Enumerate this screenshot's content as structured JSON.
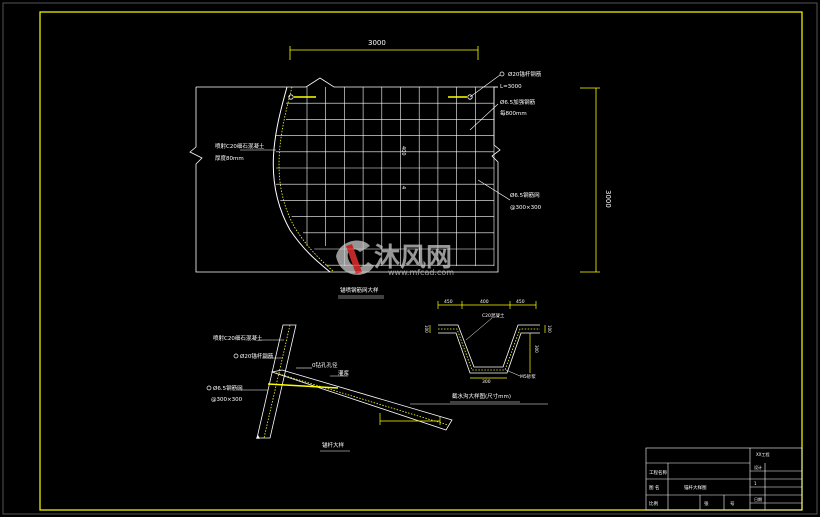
{
  "colors": {
    "background": "#000000",
    "border": "#ffff00",
    "lines": "#ffffff",
    "dimension": "#ffff00",
    "hatch": "#ffff33",
    "watermark": "#c8c8c8"
  },
  "plan": {
    "width_dim": "3000",
    "height_dim": "3000",
    "note_anchor_bar": "Ø20锚杆钢筋",
    "note_anchor_len": "L=3000",
    "note_stirrup": "Ø6.5加强钢筋",
    "note_stirrup_spacing": "每800mm",
    "note_shotcrete": "喷射C20细石混凝土",
    "note_thickness": "厚度80mm",
    "note_mesh": "Ø6.5钢筋网",
    "note_mesh_spacing": "@300×300",
    "center_label_a": "400",
    "center_label_b": "4",
    "title": "锚喷钢筋网大样"
  },
  "section": {
    "note_shotcrete": "喷射C20细石混凝土",
    "note_anchor": "Ø20锚杆钢筋",
    "note_hole": "0钻孔孔径",
    "note_mortar": "灌浆",
    "note_mesh": "Ø6.5钢筋网",
    "note_mesh_spacing": "@300×300",
    "title": "锚杆大样"
  },
  "channel": {
    "dim_a": "450",
    "dim_b": "400",
    "dim_c": "450",
    "dim_left": "100",
    "dim_right": "100",
    "dim_depth": "300",
    "dim_bottom": "300",
    "label_inner": "C20混凝土",
    "label_outer": "M5砂浆",
    "title": "截水沟大样图(尺寸mm)"
  },
  "title_block": {
    "project": "XX工程",
    "sheet": "锚杆大样图",
    "row1": "工程名称",
    "row2": "图 名",
    "row3": "比例",
    "row4": "设计",
    "mark_a": "张",
    "mark_b": "号",
    "mark_c": "1",
    "mark_d": "日期"
  },
  "watermark": {
    "text": "沐风网",
    "url": "www.mfcad.com"
  }
}
